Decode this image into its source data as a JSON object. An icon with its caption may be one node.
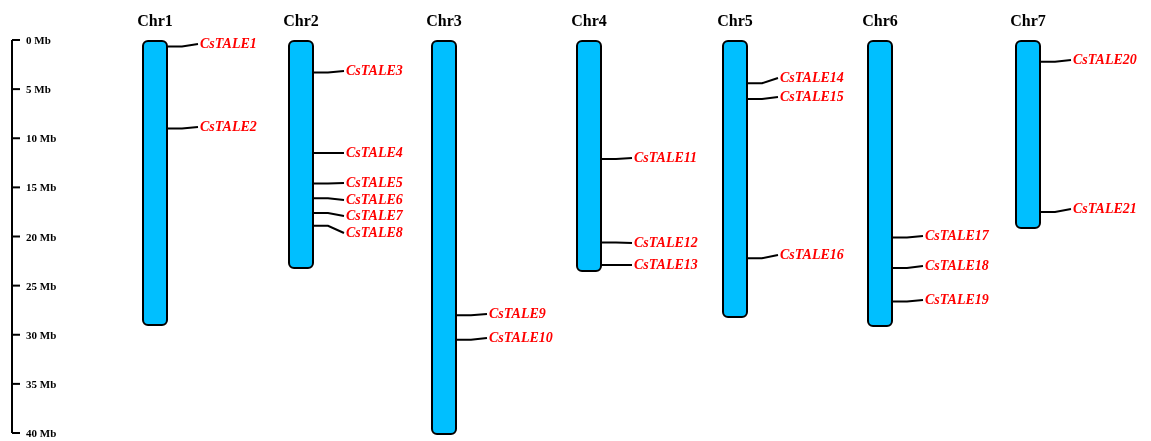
{
  "diagram": {
    "nodes": [
      {
        "text": [
          "Chr1"
        ]
      },
      {
        "text": [
          "CsTALE1"
        ]
      },
      {
        "text": [
          "CsTALE2"
        ]
      },
      {
        "text": [
          "Chr2"
        ]
      },
      {
        "text": [
          "CsTALE3"
        ]
      },
      {
        "text": [
          "CsTALE4"
        ]
      },
      {
        "text": [
          "CsTALE5"
        ]
      },
      {
        "text": [
          "CsTALE6"
        ]
      },
      {
        "text": [
          "CsTALE7"
        ]
      },
      {
        "text": [
          "CsTALE8"
        ]
      },
      {
        "text": [
          "Chr3"
        ]
      },
      {
        "text": [
          "CsTALE9"
        ]
      },
      {
        "text": [
          "CsTALE10"
        ]
      },
      {
        "text": [
          "Chr4"
        ]
      },
      {
        "text": [
          "CsTALE11"
        ]
      },
      {
        "text": [
          "CsTALE12"
        ]
      },
      {
        "text": [
          "CsTALE13"
        ]
      },
      {
        "text": [
          "Chr5"
        ]
      },
      {
        "text": [
          "CsTALE14"
        ]
      },
      {
        "text": [
          "CsTALE15"
        ]
      },
      {
        "text": [
          "CsTALE16"
        ]
      },
      {
        "text": [
          "Chr6"
        ]
      },
      {
        "text": [
          "CsTALE17"
        ]
      },
      {
        "text": [
          "CsTALE18"
        ]
      },
      {
        "text": [
          "CsTALE19"
        ]
      },
      {
        "text": [
          "Chr7"
        ]
      },
      {
        "text": [
          "CsTALE20"
        ]
      },
      {
        "text": [
          "CsTALE21"
        ]
      }
    ],
    "edges": [
      {
        "from": 1,
        "to": 0,
        "arrow": "none"
      },
      {
        "from": 2,
        "to": 0,
        "arrow": "none"
      },
      {
        "from": 4,
        "to": 3,
        "arrow": "none"
      },
      {
        "from": 5,
        "to": 3,
        "arrow": "none"
      },
      {
        "from": 6,
        "to": 3,
        "arrow": "none"
      },
      {
        "from": 7,
        "to": 3,
        "arrow": "none"
      },
      {
        "from": 8,
        "to": 3,
        "arrow": "none"
      },
      {
        "from": 9,
        "to": 3,
        "arrow": "none"
      },
      {
        "from": 11,
        "to": 10,
        "arrow": "none"
      },
      {
        "from": 12,
        "to": 10,
        "arrow": "none"
      },
      {
        "from": 14,
        "to": 13,
        "arrow": "none"
      },
      {
        "from": 15,
        "to": 13,
        "arrow": "none"
      },
      {
        "from": 16,
        "to": 13,
        "arrow": "none"
      },
      {
        "from": 18,
        "to": 17,
        "arrow": "none"
      },
      {
        "from": 19,
        "to": 17,
        "arrow": "none"
      },
      {
        "from": 20,
        "to": 17,
        "arrow": "none"
      },
      {
        "from": 22,
        "to": 21,
        "arrow": "none"
      },
      {
        "from": 23,
        "to": 21,
        "arrow": "none"
      },
      {
        "from": 24,
        "to": 21,
        "arrow": "none"
      },
      {
        "from": 26,
        "to": 25,
        "arrow": "none"
      },
      {
        "from": 27,
        "to": 25,
        "arrow": "none"
      }
    ],
    "labels": [
      "0 Mb",
      "5 Mb",
      "10 Mb",
      "15 Mb",
      "20 Mb",
      "25 Mb",
      "30 Mb",
      "35 Mb",
      "40 Mb"
    ]
  }
}
